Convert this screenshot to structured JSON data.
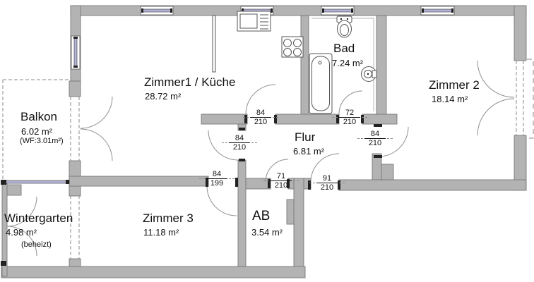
{
  "rooms": {
    "zimmer1": {
      "name": "Zimmer1 / Küche",
      "area": "28.72 m²"
    },
    "bad": {
      "name": "Bad",
      "area": "7.24 m²"
    },
    "zimmer2": {
      "name": "Zimmer 2",
      "area": "18.14 m²"
    },
    "flur": {
      "name": "Flur",
      "area": "6.81 m²"
    },
    "balkon": {
      "name": "Balkon",
      "area": "6.02 m²",
      "note": "(WF:3.01m²)"
    },
    "wintergarten": {
      "name": "Wintergarten",
      "area": "4.98 m²",
      "note": "(beheizt)"
    },
    "zimmer3": {
      "name": "Zimmer 3",
      "area": "11.18 m²"
    },
    "ab": {
      "name": "AB",
      "area": "3.54 m²"
    }
  },
  "doors": {
    "flur_kueche": {
      "width": "84",
      "height": "210"
    },
    "kueche_side": {
      "width": "84",
      "height": "210"
    },
    "bad": {
      "width": "72",
      "height": "210"
    },
    "zimmer2": {
      "width": "84",
      "height": "210"
    },
    "zimmer3": {
      "width": "84",
      "height": "199"
    },
    "ab": {
      "width": "71",
      "height": "210"
    },
    "entry": {
      "width": "91",
      "height": "210"
    }
  },
  "colors": {
    "wall": "#b3b3b3",
    "wall_outline": "#787878",
    "glazing": "#b3b3d6",
    "background": "#ffffff"
  }
}
